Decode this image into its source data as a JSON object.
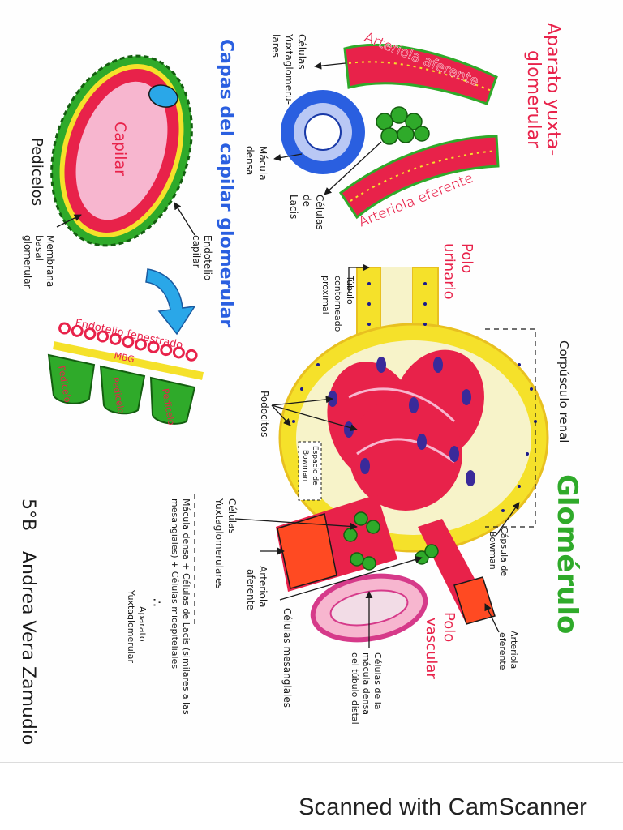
{
  "app": {
    "footer": "Scanned with CamScanner"
  },
  "colors": {
    "ink": "#1a1a1a",
    "red": "#e8224a",
    "green": "#2faa2a",
    "blue": "#2a5fe0",
    "yellow": "#f5e12a",
    "pink": "#f7b6cf",
    "orange": "#ff4a22",
    "violet": "#3a2a9a"
  },
  "jga": {
    "title_line1": "Aparato yuxta-",
    "title_line2": "glomerular",
    "aferente": "Arteriola aferente",
    "eferente": "Arteriola eferente",
    "yuxta_1": "Células",
    "yuxta_2": "Yuxtaglomeru-",
    "yuxta_3": "lares",
    "macula_1": "Mácula",
    "macula_2": "densa",
    "lacis_1": "Células",
    "lacis_2": "de",
    "lacis_3": "Lacis"
  },
  "capilar": {
    "title": "Capas del capilar glomerular",
    "capilar_label": "Capilar",
    "pedicelos": "Pedicelos",
    "membrana_1": "Membrana",
    "membrana_2": "basal",
    "membrana_3": "glomerular",
    "endotelio_1": "Endotelio",
    "endotelio_2": "capilar",
    "fenestrado": "Endotelio fenestrado",
    "mbg": "MBG",
    "pedicelo_1": "Pedicelo",
    "pedicelo_2": "Pedicelo",
    "pedicelo_3": "Pedicelo"
  },
  "glomerulo": {
    "title": "Glomérulo",
    "polo_urinario_1": "Polo",
    "polo_urinario_2": "urinario",
    "tubulo_1": "Túbulo",
    "tubulo_2": "contorneado",
    "tubulo_3": "proximal",
    "corpusculo": "Corpúsculo renal",
    "podocitos": "Podocitos",
    "espacio_1": "Espacio de",
    "espacio_2": "Bowman",
    "capsula_1": "Cápsula de",
    "capsula_2": "Bowman",
    "yuxta_1": "Células",
    "yuxta_2": "Yuxtaglomerulares",
    "art_af_1": "Arteriola",
    "art_af_2": "aferente",
    "mesangiales": "Células mesangiales",
    "macula_1": "Células de la",
    "macula_2": "mácula densa",
    "macula_3": "del túbulo distal",
    "polo_vascular_1": "Polo",
    "polo_vascular_2": "vascular",
    "art_ef_1": "Arteriola",
    "art_ef_2": "eferente",
    "note_1": "Mácula densa + Células de Lacis (similares a las",
    "note_2": "mesangiales) + Células mioepiteliales",
    "note_3": "Aparato",
    "note_4": "Yuxtaglomerular",
    "therefore": "∴"
  },
  "author": {
    "group": "5°B",
    "name": "Andrea Vera Zamudio"
  }
}
